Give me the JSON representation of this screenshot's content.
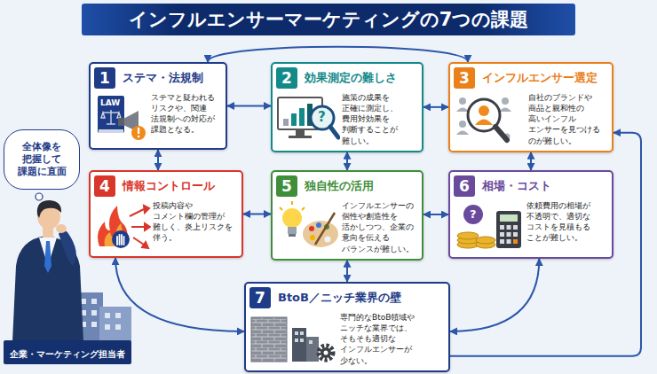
{
  "diagram": {
    "title": "インフルエンサーマーケティングの7つの課題",
    "nodes": [
      {
        "text": [
          "1",
          "ステマ・法規制",
          "ステマと疑われる リスクや、関連 法規制への対応が 課題となる。"
        ]
      },
      {
        "text": [
          "2",
          "効果測定の難しさ",
          "施策の成果を 正確に測定し、 費用対効果を 判断することが 難しい。"
        ]
      },
      {
        "text": [
          "3",
          "インフルエンサー選定",
          "自社のブランドや 商品と親和性の 高いインフル エンサーを見つける のが難しい。"
        ]
      },
      {
        "text": [
          "4",
          "情報コントロール",
          "投稿内容や コメント欄の管理が 難しく、炎上リスクを 伴う。"
        ]
      },
      {
        "text": [
          "5",
          "独自性の活用",
          "インフルエンサーの 個性や創造性を 活かしつつ、企業の 意向を伝える バランスが難しい。"
        ]
      },
      {
        "text": [
          "6",
          "相場・コスト",
          "依頼費用の相場が 不透明で、適切な コストを見積もる ことが難しい。"
        ]
      },
      {
        "text": [
          "7",
          "BtoB／ニッチ業界の壁",
          "専門的なBtoB領域や ニッチな業界では、 そもそも適切な インフルエンサーが 少ない。"
        ]
      },
      {
        "text": [
          "全体像を 把握して 課題に直面"
        ]
      },
      {
        "text": [
          "企業・マーケティング担当者"
        ]
      }
    ],
    "edges": [
      {
        "from": 0,
        "to": 1,
        "arrow": "both"
      },
      {
        "from": 1,
        "to": 2,
        "arrow": "both"
      },
      {
        "from": 0,
        "to": 3,
        "arrow": "both"
      },
      {
        "from": 1,
        "to": 4,
        "arrow": "both"
      },
      {
        "from": 2,
        "to": 5,
        "arrow": "both"
      },
      {
        "from": 3,
        "to": 4,
        "arrow": "both"
      },
      {
        "from": 4,
        "to": 5,
        "arrow": "both"
      },
      {
        "from": 4,
        "to": 6,
        "arrow": "both"
      },
      {
        "from": 0,
        "to": 2,
        "arrow": "both"
      },
      {
        "from": 3,
        "to": 6,
        "arrow": "both"
      },
      {
        "from": 5,
        "to": 6,
        "arrow": "both"
      },
      {
        "from": 6,
        "to": 2,
        "arrow": "to"
      }
    ],
    "labels": [
      "LAW",
      "?",
      "?"
    ]
  }
}
